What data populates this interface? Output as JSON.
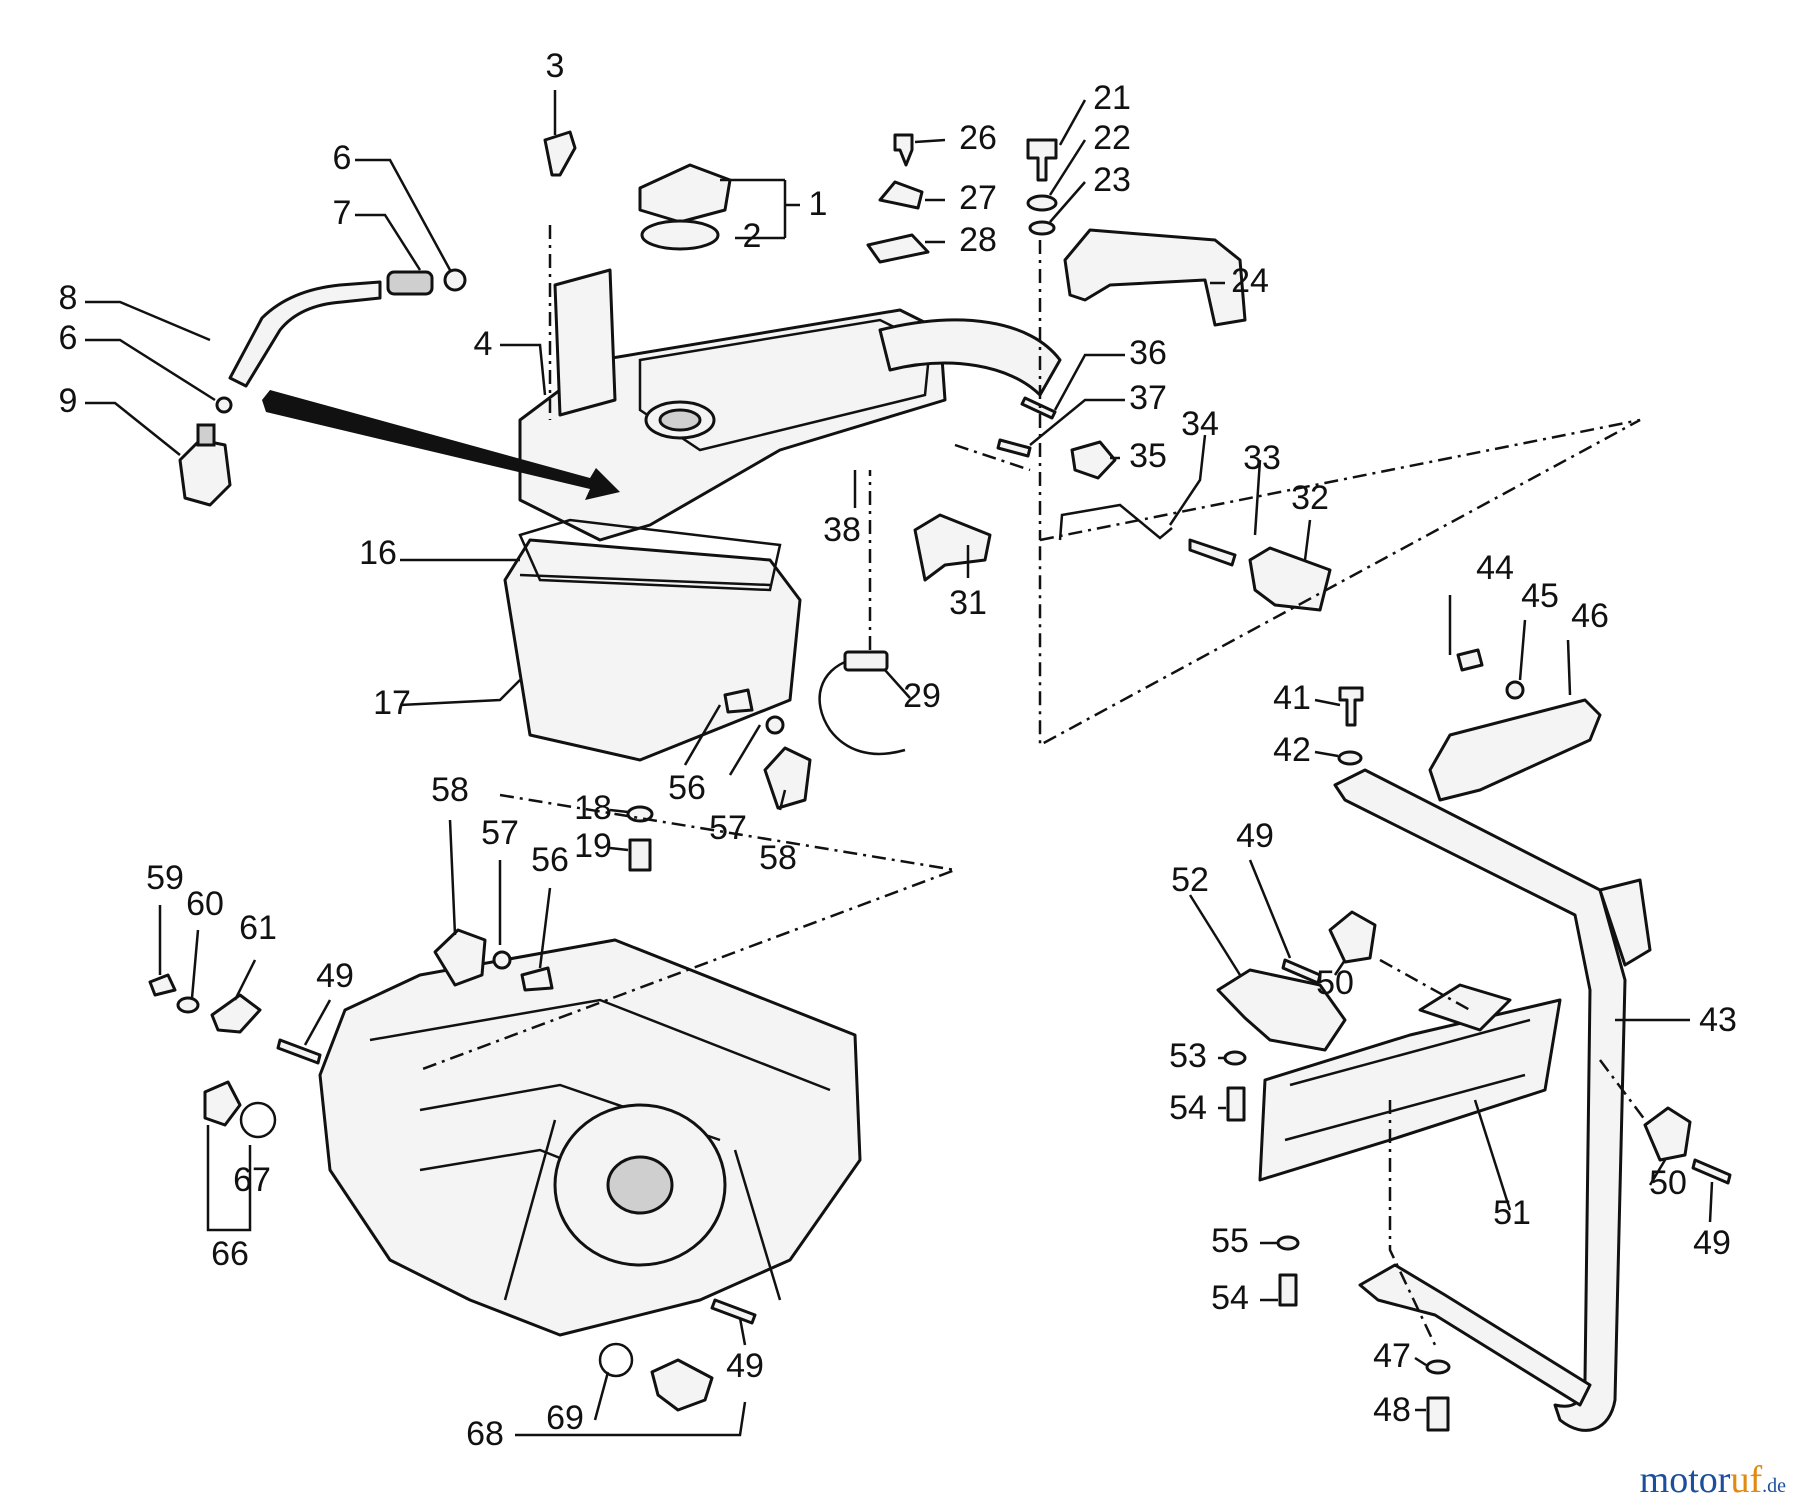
{
  "watermark": {
    "main": "motor",
    "accent": "uf",
    "suffix": ".de"
  },
  "part_numbers": [
    "1",
    "2",
    "3",
    "4",
    "6",
    "7",
    "8",
    "9",
    "16",
    "17",
    "18",
    "19",
    "21",
    "22",
    "23",
    "24",
    "26",
    "27",
    "28",
    "29",
    "31",
    "32",
    "33",
    "34",
    "35",
    "36",
    "37",
    "38",
    "41",
    "42",
    "43",
    "44",
    "45",
    "46",
    "47",
    "48",
    "49",
    "50",
    "51",
    "52",
    "53",
    "54",
    "55",
    "56",
    "57",
    "58",
    "59",
    "60",
    "61",
    "66",
    "67",
    "68",
    "69"
  ]
}
